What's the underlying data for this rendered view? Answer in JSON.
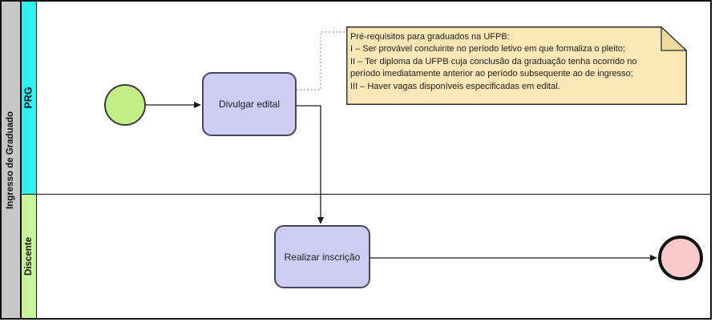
{
  "pool": {
    "label": "Ingresso de Graduado"
  },
  "lanes": [
    {
      "label": "PRG",
      "color": "#2ef2f2"
    },
    {
      "label": "Discente",
      "color": "#c9f59a"
    }
  ],
  "tasks": [
    {
      "label": "Divulgar edital"
    },
    {
      "label": "Realizar inscrição"
    }
  ],
  "events": [
    {
      "name": "start-event",
      "color": "#c3ee85"
    },
    {
      "name": "end-event",
      "color": "#f9caca"
    }
  ],
  "annotation": {
    "text": "Pré-requisitos para graduados na UFPB:\nI – Ser provável concluinte no período letivo em que formaliza o pleito;\nII – Ter diploma da UFPB cuja conclusão da graduação tenha ocorrido no\nperíodo imediatamente anterior ao período subsequente ao de ingresso;\nIII – Haver vagas disponíveis especificadas em edital.",
    "fill": "#f8e6b4",
    "fold_fill": "#eeda9e"
  },
  "colors": {
    "pool_header": "#c7c7c7",
    "task_fill": "#cdcdf4",
    "task_border": "#47475a",
    "line": "#1a1a1a",
    "association": "#848484",
    "border": "#111111"
  }
}
